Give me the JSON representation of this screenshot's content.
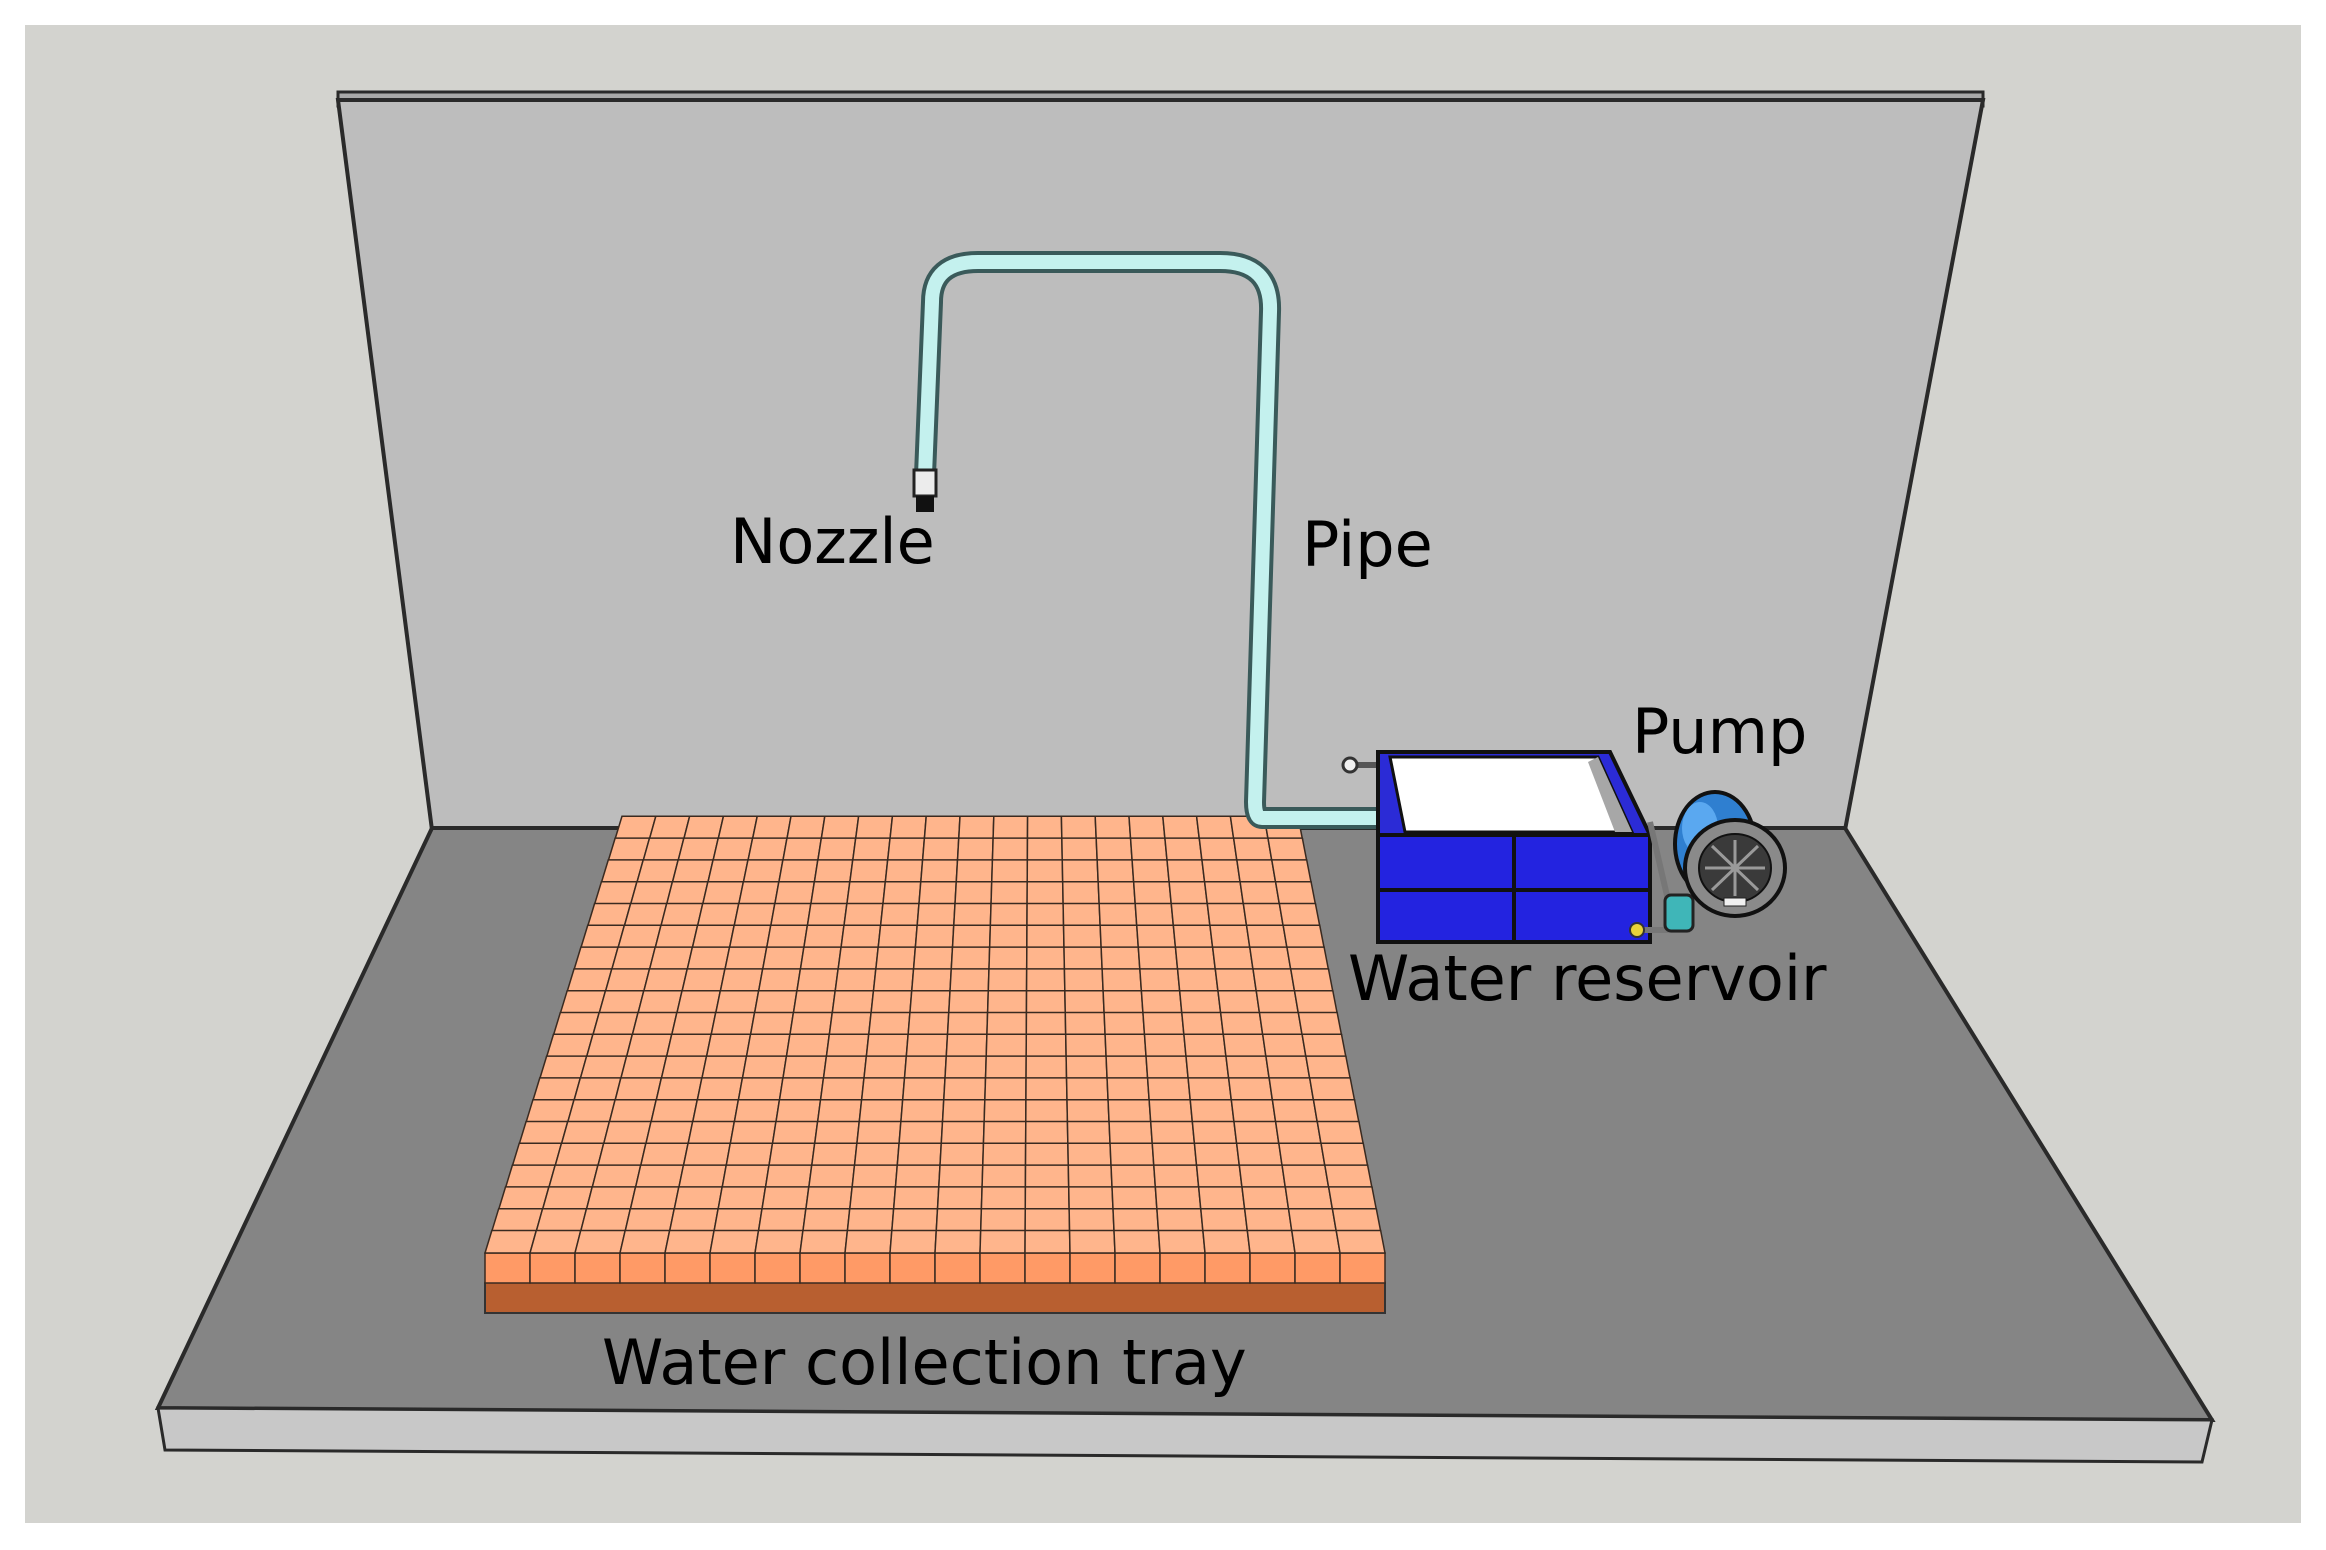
{
  "labels": {
    "nozzle": "Nozzle",
    "pipe": "Pipe",
    "pump": "Pump",
    "water_reservoir": "Water reservoir",
    "water_collection_tray": "Water collection tray"
  },
  "tray": {
    "rows": 20,
    "columns": 20
  },
  "colors": {
    "background": "#d3d3cf",
    "wall": "#bdbdbd",
    "floor": "#858585",
    "tray_cell": "#ff9a66",
    "pipe": "#c4f1ee",
    "reservoir": "#2323e0",
    "pump": "#2f7fd0"
  }
}
